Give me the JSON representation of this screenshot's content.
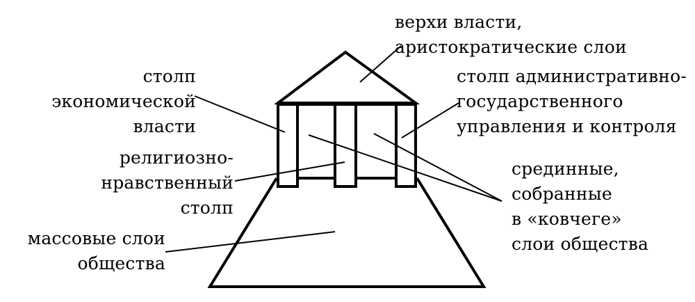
{
  "labels": {
    "top": [
      "верхи власти,",
      "аристократические слои"
    ],
    "economic": [
      "столп",
      "экономической",
      "власти"
    ],
    "admin": [
      "столп административно-",
      "государственного",
      "управления и контроля"
    ],
    "religious": [
      "религиозно-",
      "нравственный",
      "столп"
    ],
    "middle": [
      "срединные,",
      "собранные",
      "в «ковчеге»",
      "слои общества"
    ],
    "mass": [
      "массовые слои",
      "общества"
    ]
  },
  "colors": {
    "line": "#000000",
    "background": "#ffffff"
  }
}
